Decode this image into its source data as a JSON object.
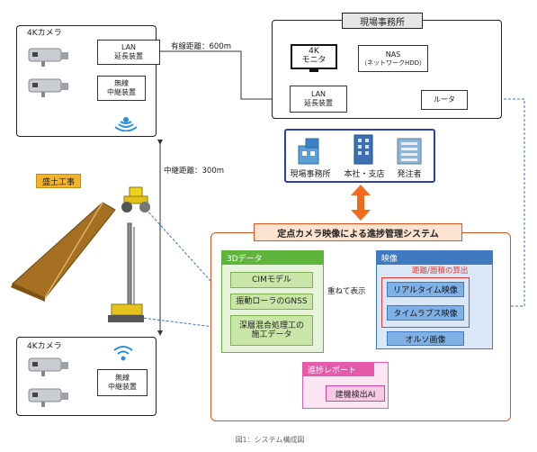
{
  "top_left_panel": {
    "camera_label": "4Kカメラ",
    "lan_extender": [
      "LAN",
      "延長装置"
    ],
    "wireless_relay": [
      "無線",
      "中継装置"
    ]
  },
  "cable_distance_label": "有線距離：600m",
  "relay_distance_label": "中継距離：300m",
  "site_office_panel": {
    "title": "現場事務所",
    "monitor": [
      "4K",
      "モニタ"
    ],
    "nas": [
      "NAS",
      "（ネットワークHDD）"
    ],
    "lan_extender": [
      "LAN",
      "延長装置"
    ],
    "router": "ルータ"
  },
  "viewers": {
    "site_office": "現場事務所",
    "head_office": "本社・支店",
    "client": "発注者"
  },
  "earthwork_label": "盛土工事",
  "bottom_left_panel": {
    "camera_label": "4Kカメラ",
    "wireless_relay": [
      "無線",
      "中継装置"
    ]
  },
  "system": {
    "title": "定点カメラ映像による進捗管理システム",
    "data3d": {
      "title": "3Dデータ",
      "items": [
        "CIMモデル",
        "振動ローラのGNSS",
        "深層混合処理工の",
        "施工データ"
      ]
    },
    "overlay_label": "重ねて表示",
    "video": {
      "title": "映像",
      "calc_label": "距離/面積の算出",
      "items": [
        "リアルタイム映像",
        "タイムラプス映像",
        "オルソ画像"
      ]
    },
    "report": {
      "title": "進捗レポート",
      "item": "建機検出AI"
    }
  },
  "figure_caption": "図1：システム構成図",
  "colors": {
    "system_border": "#d9541e",
    "system_title_bg": "#fbe3cf",
    "green_head": "#5fb43c",
    "green_bg": "#e7f3da",
    "blue_head": "#3f79c0",
    "blue_bg": "#d9e7f6",
    "pink_head": "#e65aaa",
    "pink_bg": "#fbe6f3",
    "red_calc": "#e53935",
    "orange_arrow": "#f26b1d",
    "embankment": "#9b6a1f"
  }
}
